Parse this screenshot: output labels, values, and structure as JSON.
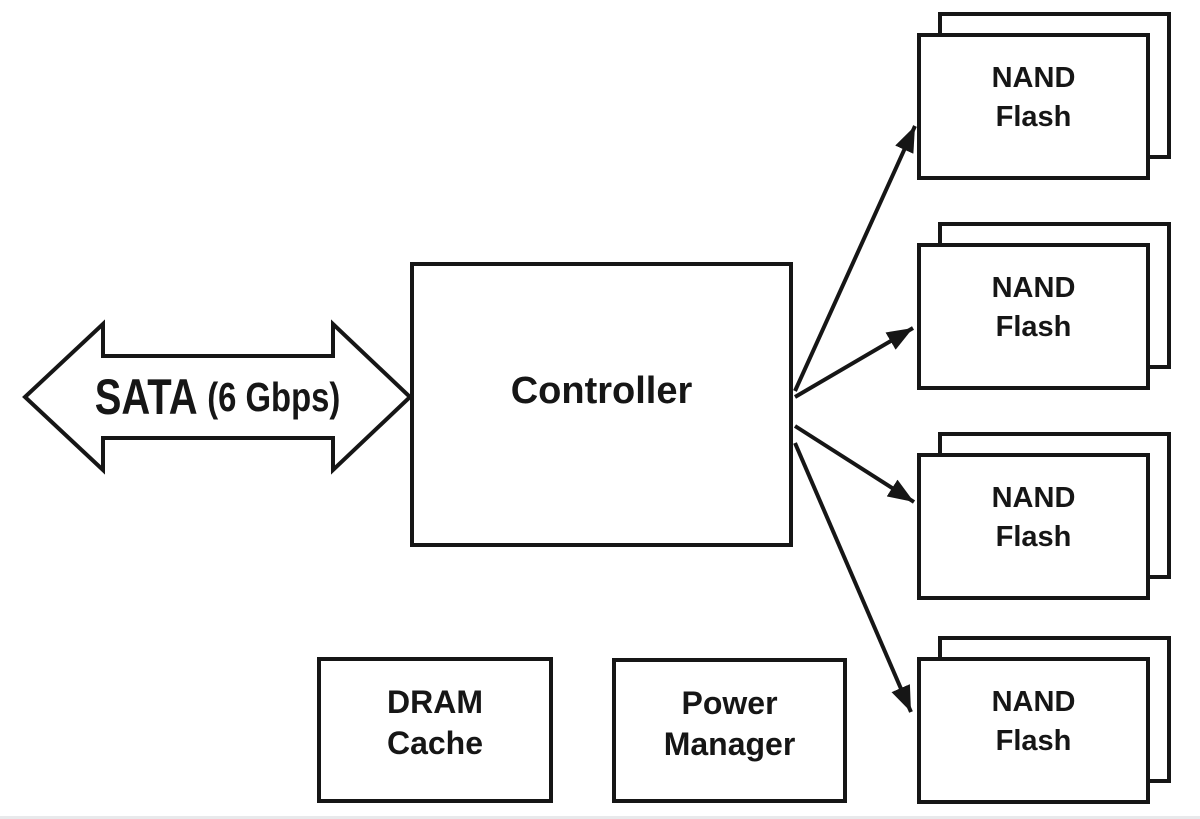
{
  "colors": {
    "ink": "#161616",
    "background": "#ffffff",
    "bottom_rule": "#e8e9eb"
  },
  "sata_bus": {
    "label": "SATA",
    "speed": "(6 Gbps)"
  },
  "controller": {
    "label": "Controller"
  },
  "dram_cache": {
    "line1": "DRAM",
    "line2": "Cache"
  },
  "power_manager": {
    "line1": "Power",
    "line2": "Manager"
  },
  "nand_stacks": [
    {
      "line1": "NAND",
      "line2": "Flash"
    },
    {
      "line1": "NAND",
      "line2": "Flash"
    },
    {
      "line1": "NAND",
      "line2": "Flash"
    },
    {
      "line1": "NAND",
      "line2": "Flash"
    }
  ]
}
